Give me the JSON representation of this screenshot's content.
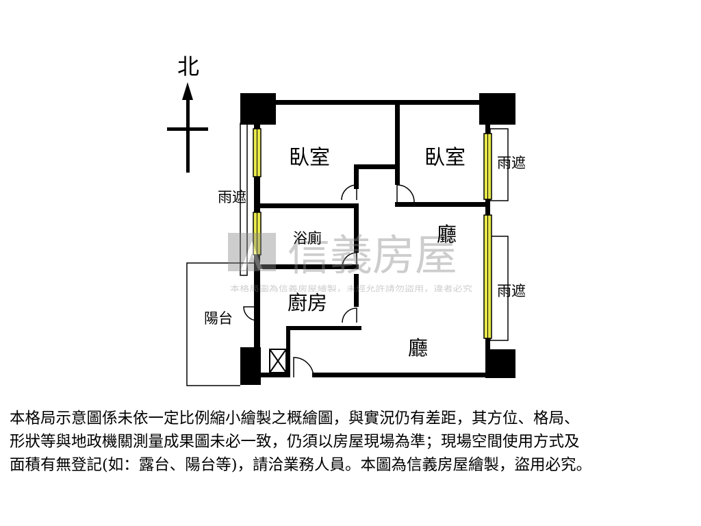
{
  "compass": {
    "north_label": "北"
  },
  "rooms": {
    "bedroom_left": "臥室",
    "bedroom_right": "臥室",
    "bathroom": "浴廁",
    "kitchen": "廚房",
    "living_upper": "廳",
    "living_lower": "廳",
    "balcony": "陽台",
    "canopy_left": "雨遮",
    "canopy_right_upper": "雨遮",
    "canopy_right_lower": "雨遮"
  },
  "watermark": {
    "brand": "信義房屋",
    "notice": "本格局圖為信義房屋繪製，未經允許請勿盜用，違者必究"
  },
  "disclaimer": {
    "lines": [
      "本格局示意圖係未依一定比例縮小繪製之概繪圖，與實況仍有差距，其方位、格局、",
      "形狀等與地政機關測量成果圖未必一致，仍須以房屋現場為準；現場空間使用方式及",
      "面積有無登記(如：露台、陽台等)，請洽業務人員。本圖為信義房屋繪製，盜用必究。"
    ]
  },
  "colors": {
    "wall": "#000000",
    "window_fill": "#e8e84a",
    "watermark": "#9a9a9a"
  }
}
